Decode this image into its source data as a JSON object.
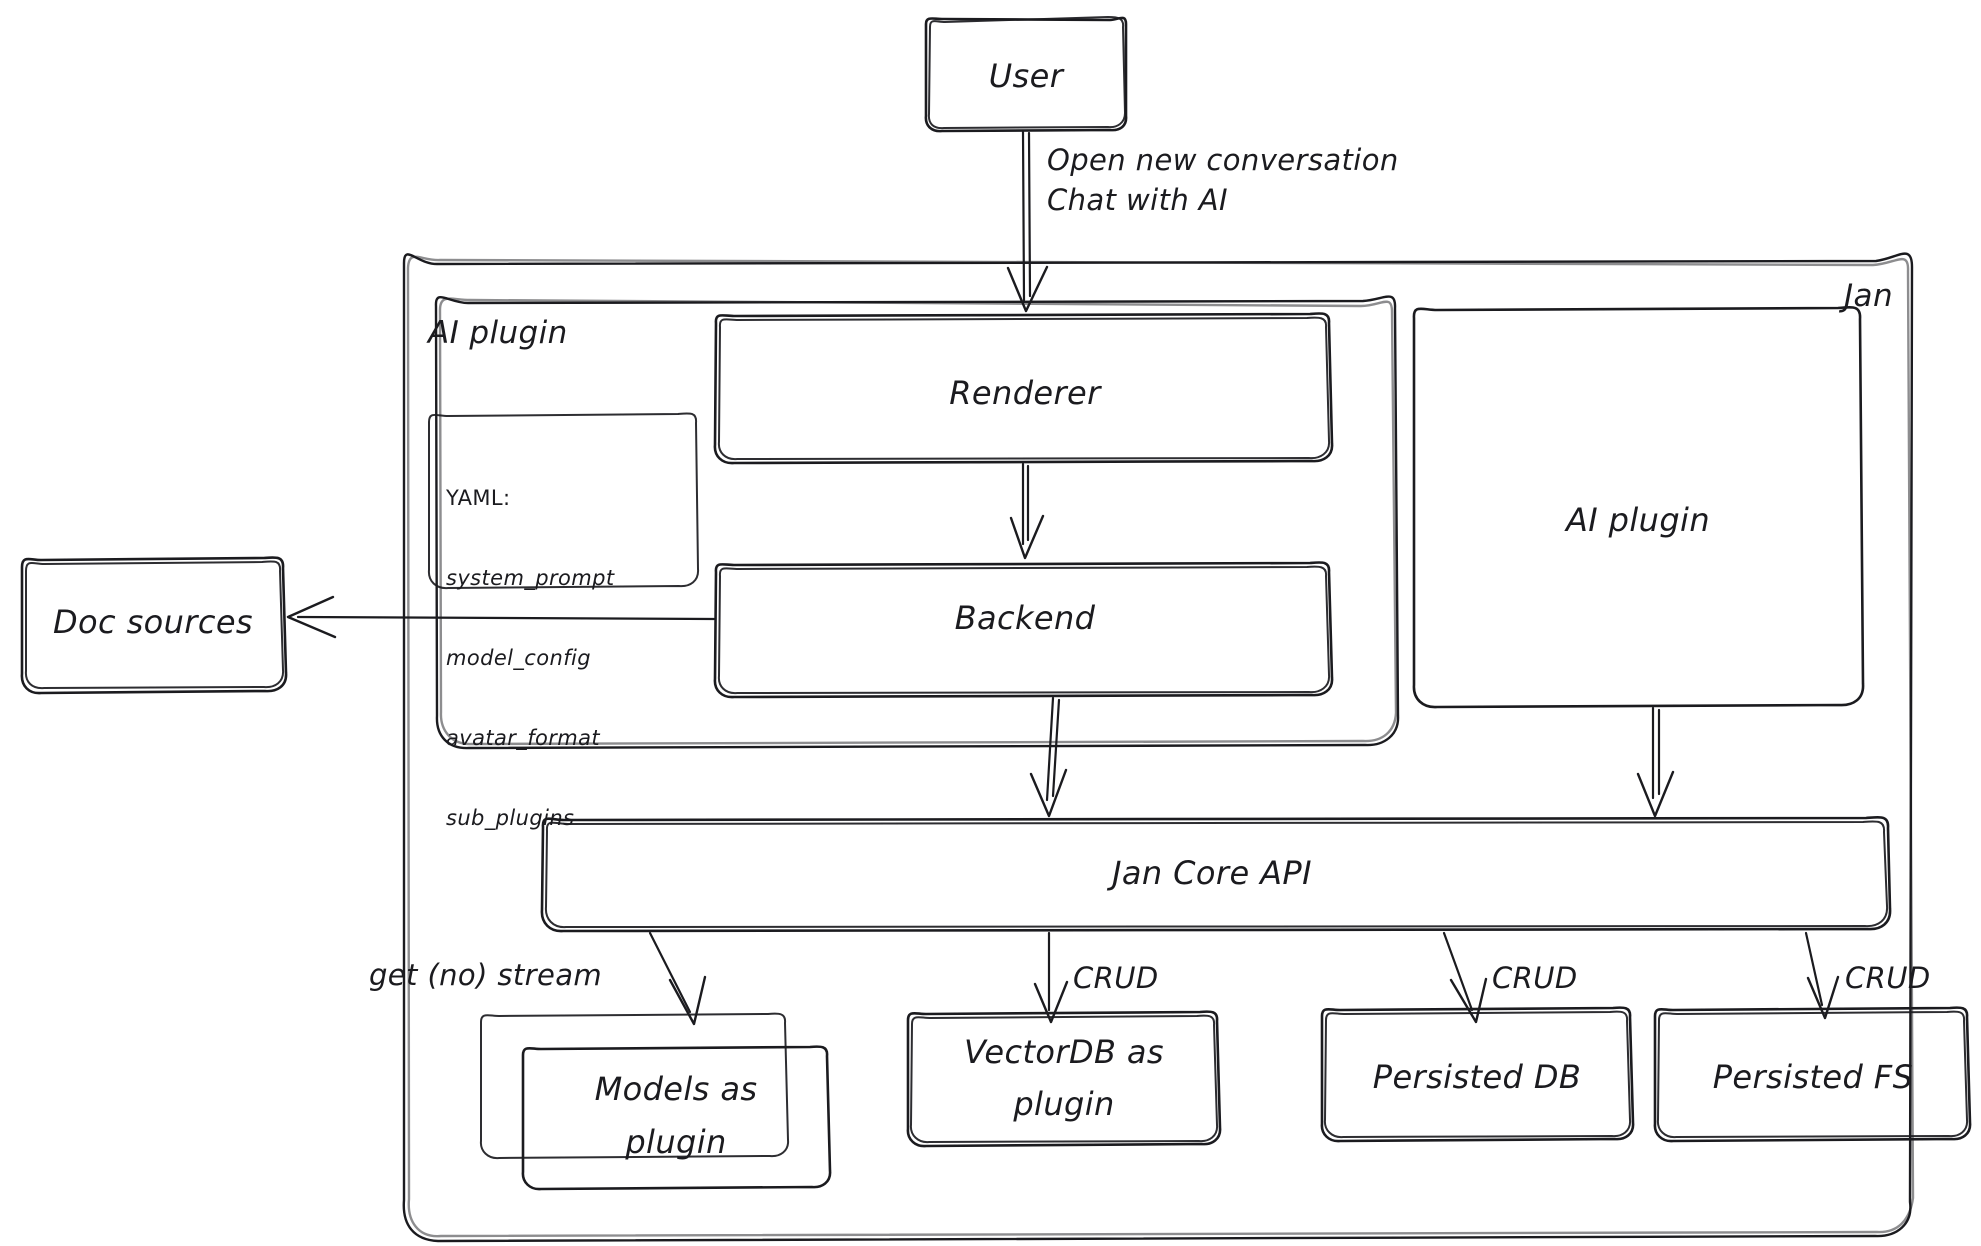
{
  "diagram": {
    "title_label": "Jan",
    "type": "architecture-flow",
    "containers": [
      {
        "id": "jan",
        "label": "Jan",
        "label_position": "top-right"
      },
      {
        "id": "ai-plugin-group",
        "label": "AI plugin",
        "label_position": "top-left"
      }
    ],
    "nodes": [
      {
        "id": "user",
        "label": "User"
      },
      {
        "id": "renderer",
        "label": "Renderer"
      },
      {
        "id": "backend",
        "label": "Backend"
      },
      {
        "id": "ai-plugin",
        "label": "AI plugin"
      },
      {
        "id": "jan-core-api",
        "label": "Jan Core API"
      },
      {
        "id": "doc-sources",
        "label": "Doc sources"
      },
      {
        "id": "models-as-plugin",
        "label": "Models as\nplugin"
      },
      {
        "id": "vectordb-as-plugin",
        "label": "VectorDB as\nplugin"
      },
      {
        "id": "persisted-db",
        "label": "Persisted DB"
      },
      {
        "id": "persisted-fs",
        "label": "Persisted FS"
      }
    ],
    "yaml_note": {
      "header": "YAML:",
      "items": [
        "system_prompt",
        "model_config",
        "avatar_format",
        "sub_plugins"
      ]
    },
    "edges": [
      {
        "id": "user-to-renderer",
        "from": "user",
        "to": "renderer",
        "label": "Open new conversation\nChat with AI"
      },
      {
        "id": "renderer-to-backend",
        "from": "renderer",
        "to": "backend",
        "label": ""
      },
      {
        "id": "backend-to-doc-sources",
        "from": "backend",
        "to": "doc-sources",
        "label": ""
      },
      {
        "id": "backend-to-core",
        "from": "backend",
        "to": "jan-core-api",
        "label": ""
      },
      {
        "id": "ai-plugin-to-core",
        "from": "ai-plugin",
        "to": "jan-core-api",
        "label": ""
      },
      {
        "id": "core-to-models",
        "from": "jan-core-api",
        "to": "models-as-plugin",
        "label": "get (no) stream"
      },
      {
        "id": "core-to-vectordb",
        "from": "jan-core-api",
        "to": "vectordb-as-plugin",
        "label": "CRUD"
      },
      {
        "id": "core-to-persisted-db",
        "from": "jan-core-api",
        "to": "persisted-db",
        "label": "CRUD"
      },
      {
        "id": "core-to-persisted-fs",
        "from": "jan-core-api",
        "to": "persisted-fs",
        "label": "CRUD"
      }
    ],
    "colors": {
      "stroke": "#1b1b1f",
      "background": "#ffffff"
    }
  },
  "labels": {
    "user": "User",
    "edge_user_renderer_line1": "Open new conversation",
    "edge_user_renderer_line2": "Chat with AI",
    "jan": "Jan",
    "ai_plugin_group": "AI plugin",
    "renderer": "Renderer",
    "backend": "Backend",
    "ai_plugin": "AI plugin",
    "jan_core_api": "Jan Core API",
    "doc_sources": "Doc sources",
    "yaml_header": "YAML:",
    "yaml_1": "system_prompt",
    "yaml_2": "model_config",
    "yaml_3": "avatar_format",
    "yaml_4": "sub_plugins",
    "get_no_stream": "get (no) stream",
    "crud_1": "CRUD",
    "crud_2": "CRUD",
    "crud_3": "CRUD",
    "models_as_plugin_1": "Models as",
    "models_as_plugin_2": "plugin",
    "vectordb_as_plugin_1": "VectorDB as",
    "vectordb_as_plugin_2": "plugin",
    "persisted_db": "Persisted DB",
    "persisted_fs": "Persisted FS"
  }
}
